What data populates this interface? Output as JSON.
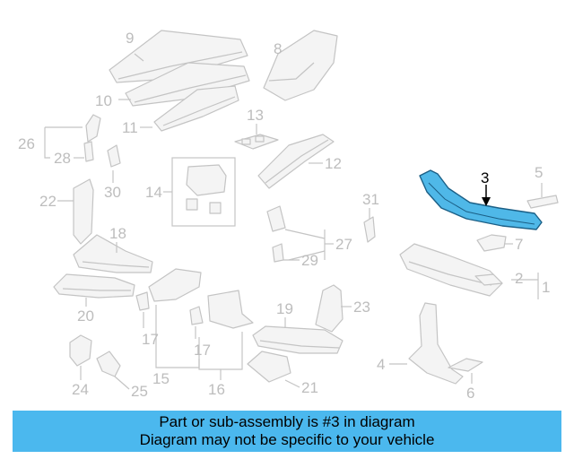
{
  "diagram": {
    "highlight_color": "#4fb8e8",
    "labels": {
      "l1": "1",
      "l2": "2",
      "l3": "3",
      "l4": "4",
      "l5": "5",
      "l6": "6",
      "l7": "7",
      "l8": "8",
      "l9": "9",
      "l10": "10",
      "l11": "11",
      "l12": "12",
      "l13": "13",
      "l14": "14",
      "l15": "15",
      "l16": "16",
      "l17a": "17",
      "l17b": "17",
      "l18": "18",
      "l19": "19",
      "l20": "20",
      "l21": "21",
      "l22": "22",
      "l23": "23",
      "l24": "24",
      "l25": "25",
      "l26": "26",
      "l27": "27",
      "l28": "28",
      "l29": "29",
      "l30": "30",
      "l31": "31"
    }
  },
  "banner": {
    "background": "#4bb8ee",
    "line1": "Part or sub-assembly is #3 in diagram",
    "line2": "Diagram may not be specific to your vehicle"
  }
}
